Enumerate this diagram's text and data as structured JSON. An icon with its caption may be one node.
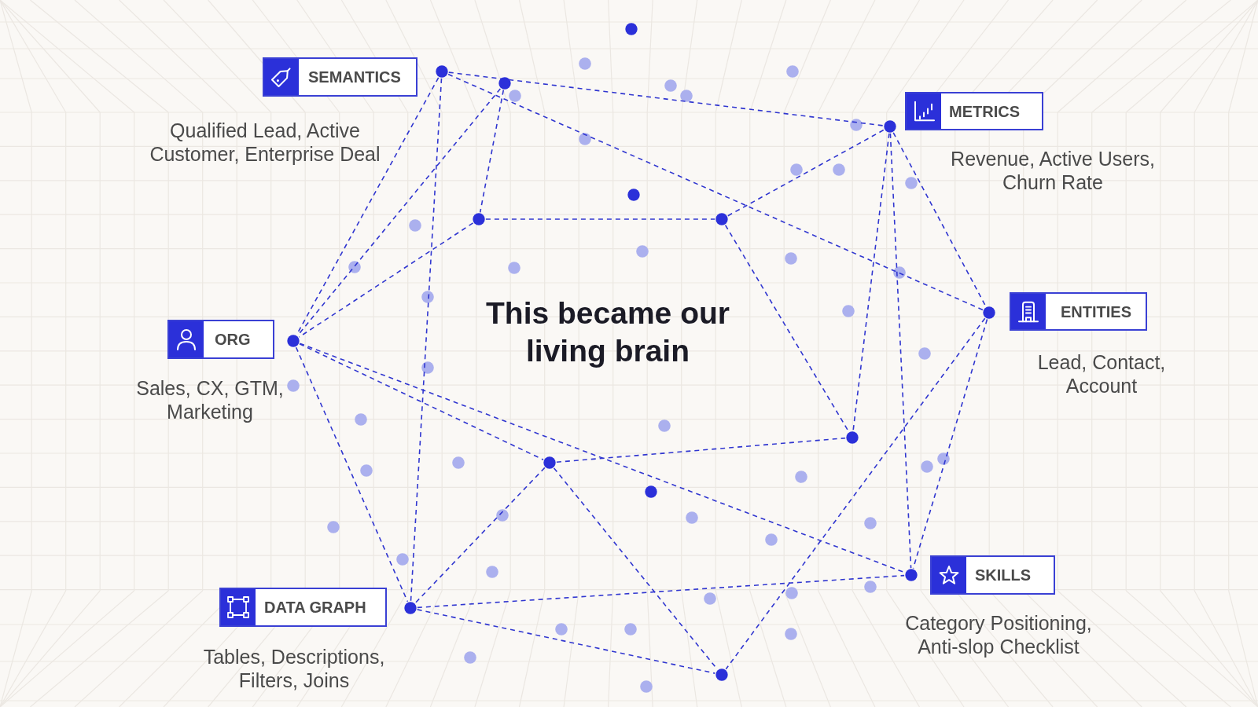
{
  "diagram": {
    "title": "This became our living brain",
    "nodes": [
      {
        "text": [],
        "shape": "circle"
      },
      {
        "text": [
          "SEMANTICS"
        ],
        "beside": [
          "Qualified Lead, Active Customer, Enterprise Deal"
        ]
      },
      {
        "text": [],
        "shape": "circle"
      },
      {
        "text": [],
        "shape": "circle"
      },
      {
        "text": [
          "METRICS"
        ],
        "beside": [
          "Revenue, Active Users, Churn Rate"
        ]
      },
      {
        "text": [],
        "shape": "circle"
      },
      {
        "text": [],
        "shape": "circle"
      },
      {
        "text": [],
        "shape": "circle"
      },
      {
        "text": [],
        "shape": "circle"
      },
      {
        "text": [
          "ENTITIES"
        ],
        "beside": [
          "Lead, Contact, Account"
        ]
      },
      {
        "text": [],
        "shape": "circle"
      },
      {
        "text": [
          "ORG"
        ],
        "beside": [
          "Sales, CX, GTM, Marketing"
        ]
      },
      {
        "text": [],
        "shape": "circle"
      },
      {
        "text": [],
        "shape": "circle"
      },
      {
        "text": [],
        "shape": "circle"
      },
      {
        "text": [],
        "shape": "circle"
      },
      {
        "text": [
          "SKILLS"
        ],
        "beside": [
          "Category Positioning, Anti-slop Checklist"
        ]
      },
      {
        "text": [],
        "shape": "circle"
      },
      {
        "text": [
          "DATA GRAPH"
        ],
        "beside": [
          "Tables, Descriptions, Filters, Joins"
        ]
      },
      {
        "text": [],
        "shape": "circle"
      },
      {
        "text": [],
        "shape": "circle"
      }
    ],
    "edges": [
      {
        "from": 2,
        "to": 5,
        "arrow": "none",
        "style": "dashed"
      },
      {
        "from": 2,
        "to": 10,
        "arrow": "none",
        "style": "dashed"
      },
      {
        "from": 2,
        "to": 12,
        "arrow": "none",
        "style": "dashed"
      },
      {
        "from": 2,
        "to": 19,
        "arrow": "none",
        "style": "dashed"
      },
      {
        "from": 3,
        "to": 12,
        "arrow": "none",
        "style": "dashed"
      },
      {
        "from": 3,
        "to": 7,
        "arrow": "none",
        "style": "dashed"
      },
      {
        "from": 7,
        "to": 12,
        "arrow": "none",
        "style": "dashed"
      },
      {
        "from": 7,
        "to": 8,
        "arrow": "none",
        "style": "dashed"
      },
      {
        "from": 8,
        "to": 5,
        "arrow": "none",
        "style": "dashed"
      },
      {
        "from": 8,
        "to": 13,
        "arrow": "none",
        "style": "dashed"
      },
      {
        "from": 5,
        "to": 10,
        "arrow": "none",
        "style": "dashed"
      },
      {
        "from": 5,
        "to": 13,
        "arrow": "none",
        "style": "dashed"
      },
      {
        "from": 5,
        "to": 17,
        "arrow": "none",
        "style": "dashed"
      },
      {
        "from": 10,
        "to": 20,
        "arrow": "none",
        "style": "dashed"
      },
      {
        "from": 10,
        "to": 17,
        "arrow": "none",
        "style": "dashed"
      },
      {
        "from": 12,
        "to": 14,
        "arrow": "none",
        "style": "dashed"
      },
      {
        "from": 12,
        "to": 17,
        "arrow": "none",
        "style": "dashed"
      },
      {
        "from": 12,
        "to": 19,
        "arrow": "none",
        "style": "dashed"
      },
      {
        "from": 14,
        "to": 13,
        "arrow": "none",
        "style": "dashed"
      },
      {
        "from": 14,
        "to": 19,
        "arrow": "none",
        "style": "dashed"
      },
      {
        "from": 14,
        "to": 20,
        "arrow": "none",
        "style": "dashed"
      },
      {
        "from": 19,
        "to": 17,
        "arrow": "none",
        "style": "dashed"
      },
      {
        "from": 19,
        "to": 20,
        "arrow": "none",
        "style": "dashed"
      }
    ]
  }
}
